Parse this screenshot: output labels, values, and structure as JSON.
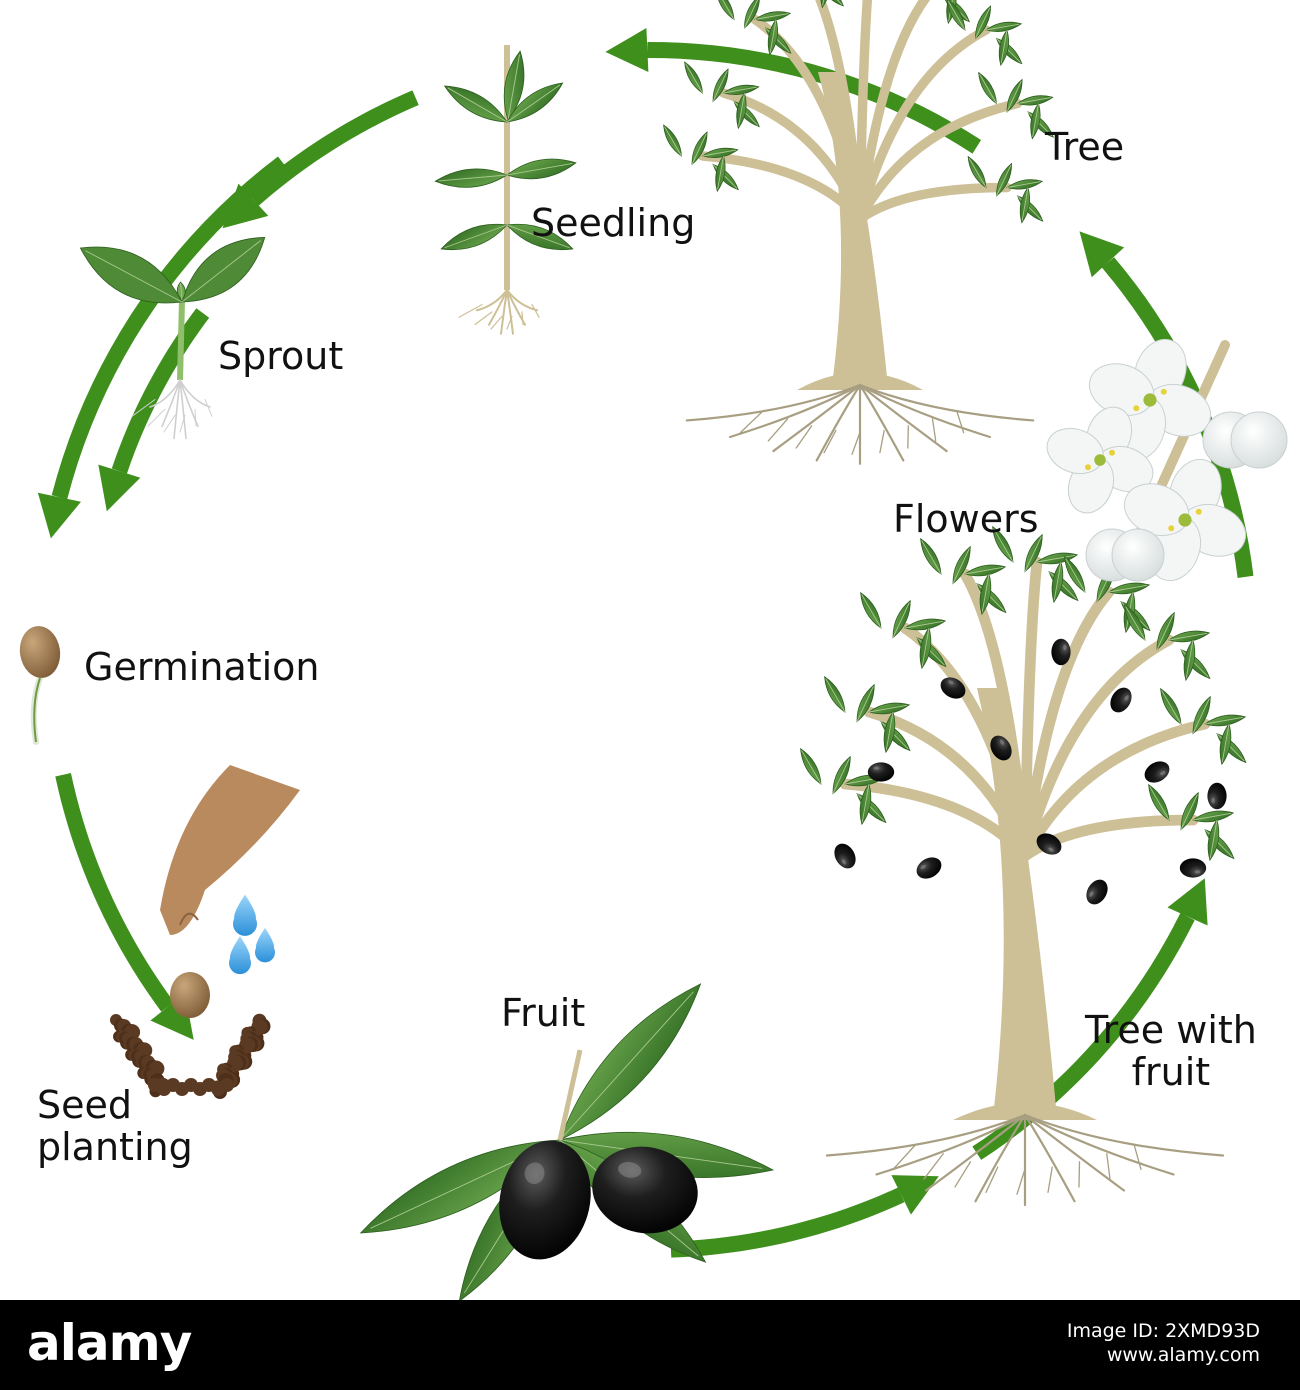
{
  "stages": [
    {
      "id": "germination",
      "label": "Germination"
    },
    {
      "id": "sprout",
      "label": "Sprout"
    },
    {
      "id": "seedling",
      "label": "Seedling"
    },
    {
      "id": "tree",
      "label": "Tree"
    },
    {
      "id": "flowers",
      "label": "Flowers"
    },
    {
      "id": "tree-with-fruit",
      "label": "Tree with\nfruit"
    },
    {
      "id": "fruit",
      "label": "Fruit"
    },
    {
      "id": "seed-planting",
      "label": "Seed\nplanting"
    }
  ],
  "colors": {
    "arrow": "#3f8f1d",
    "leaf": "#4f8a36",
    "trunk": "#cdbf96",
    "olive": "#1a1a1a",
    "petal": "#f4f6f6",
    "soil": "#5a3a22",
    "seed": "#9a7650",
    "hand": "#b98a5e",
    "water": "#3ea6e6"
  },
  "footer": {
    "brand": "alamy",
    "image_id_label": "Image ID: 2XMD93D",
    "url": "www.alamy.com"
  }
}
